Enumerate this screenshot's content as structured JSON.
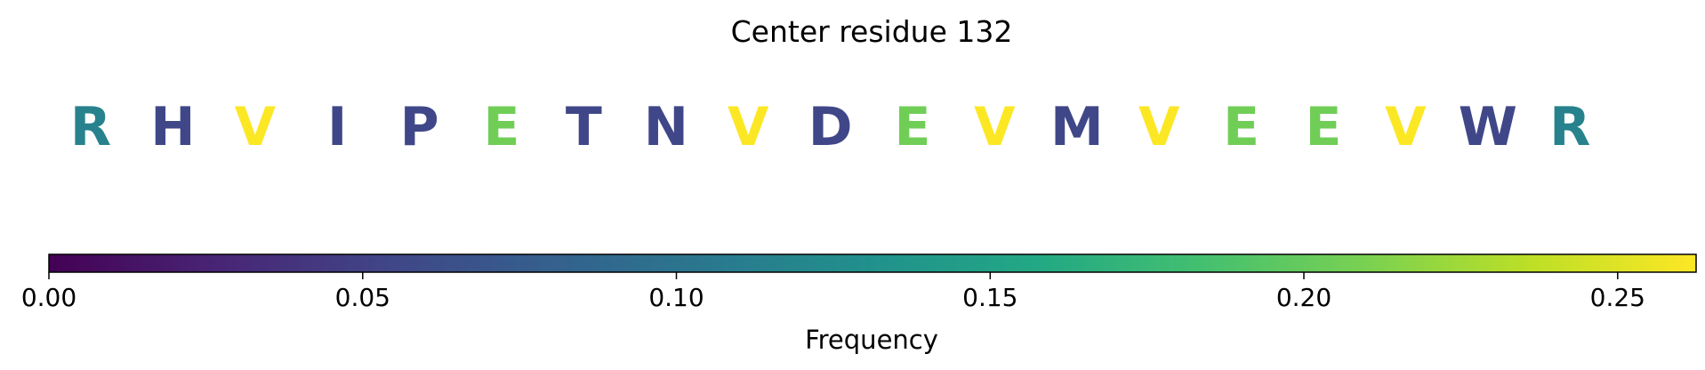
{
  "chart_data": {
    "type": "heatmap",
    "title": "Center residue 132",
    "residues": [
      {
        "letter": "R",
        "frequency": 0.115
      },
      {
        "letter": "H",
        "frequency": 0.055
      },
      {
        "letter": "V",
        "frequency": 0.262
      },
      {
        "letter": "I",
        "frequency": 0.055
      },
      {
        "letter": "P",
        "frequency": 0.055
      },
      {
        "letter": "E",
        "frequency": 0.205
      },
      {
        "letter": "T",
        "frequency": 0.055
      },
      {
        "letter": "N",
        "frequency": 0.055
      },
      {
        "letter": "V",
        "frequency": 0.262
      },
      {
        "letter": "D",
        "frequency": 0.055
      },
      {
        "letter": "E",
        "frequency": 0.205
      },
      {
        "letter": "V",
        "frequency": 0.262
      },
      {
        "letter": "M",
        "frequency": 0.055
      },
      {
        "letter": "V",
        "frequency": 0.262
      },
      {
        "letter": "E",
        "frequency": 0.205
      },
      {
        "letter": "E",
        "frequency": 0.205
      },
      {
        "letter": "V",
        "frequency": 0.262
      },
      {
        "letter": "W",
        "frequency": 0.055
      },
      {
        "letter": "R",
        "frequency": 0.115
      }
    ],
    "colorbar": {
      "label": "Frequency",
      "colormap": "viridis",
      "range": [
        0.0,
        0.2625
      ],
      "ticks": [
        0.0,
        0.05,
        0.1,
        0.15,
        0.2,
        0.25
      ],
      "tick_labels": [
        "0.00",
        "0.05",
        "0.10",
        "0.15",
        "0.20",
        "0.25"
      ],
      "orientation": "horizontal"
    }
  }
}
